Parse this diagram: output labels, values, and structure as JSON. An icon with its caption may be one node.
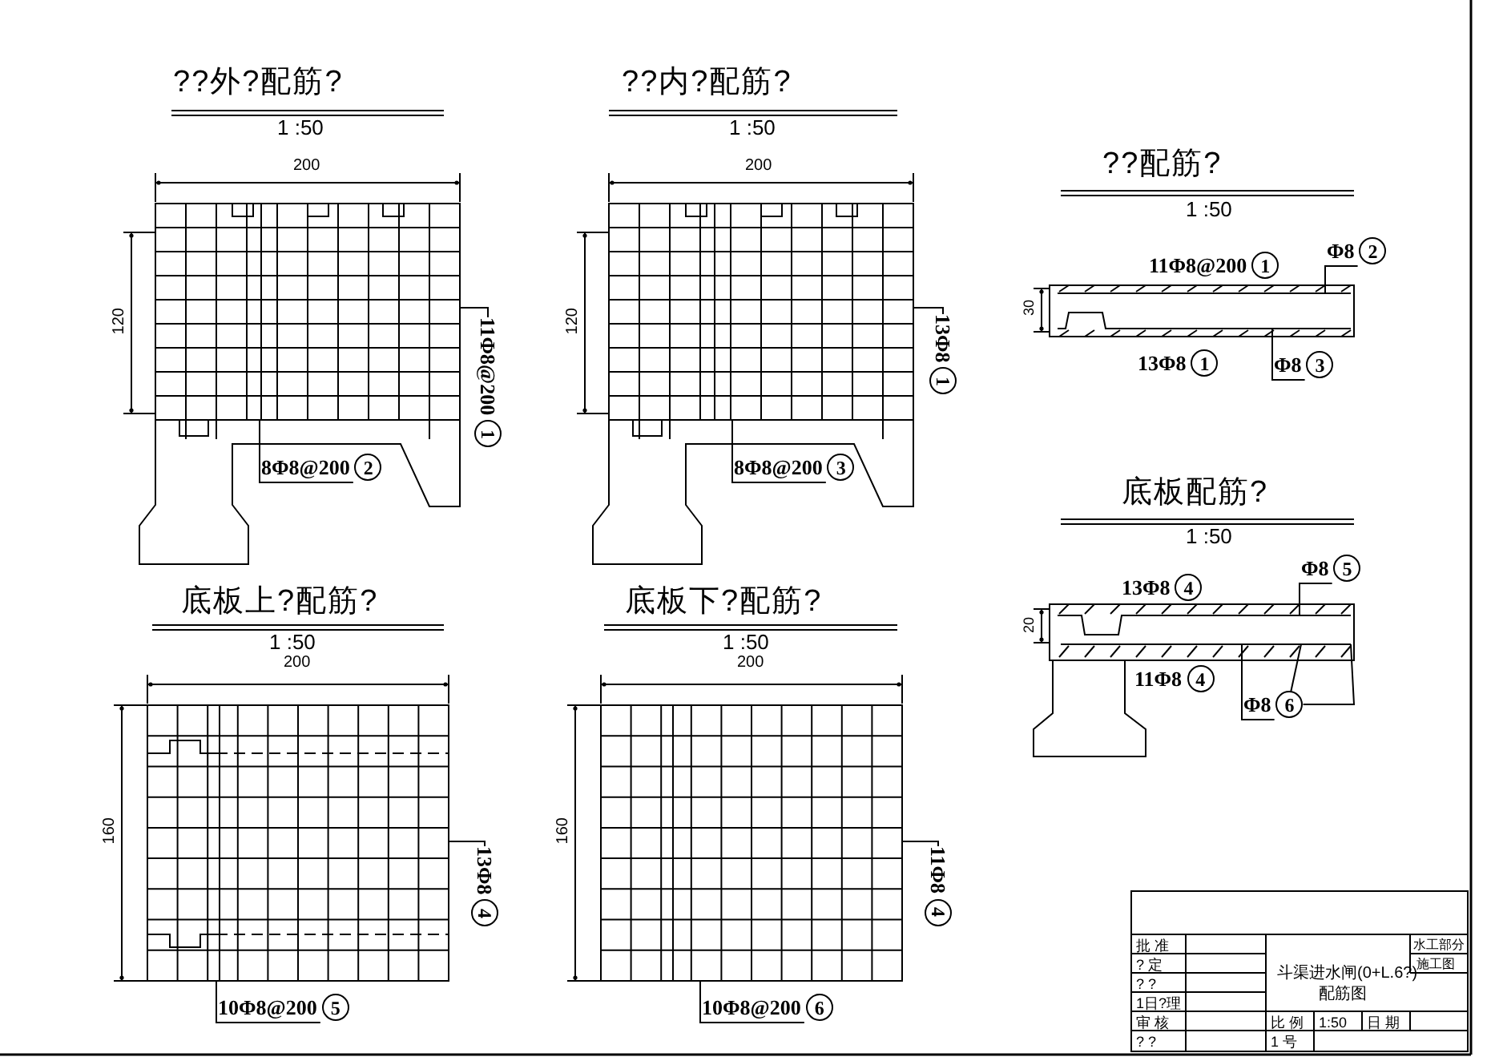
{
  "diagram": {
    "nodes": [
      {
        "text": [
          "11Φ8@200",
          "1"
        ]
      },
      {
        "text": [
          "8Φ8@200",
          "2"
        ]
      },
      {
        "text": [
          "13Φ8",
          "1"
        ]
      },
      {
        "text": [
          "8Φ8@200",
          "3"
        ]
      },
      {
        "text": [
          "11Φ8@200",
          "1"
        ]
      },
      {
        "text": [
          "Φ8",
          "2"
        ]
      },
      {
        "text": [
          "13Φ8",
          "1"
        ]
      },
      {
        "text": [
          "Φ8",
          "3"
        ]
      },
      {
        "text": [
          "13Φ8",
          "4"
        ]
      },
      {
        "text": [
          "Φ8",
          "5"
        ]
      },
      {
        "text": [
          "11Φ8",
          "4"
        ]
      },
      {
        "text": [
          "Φ8",
          "6"
        ]
      },
      {
        "text": [
          "13Φ8",
          "4"
        ]
      },
      {
        "text": [
          "10Φ8@200",
          "5"
        ]
      },
      {
        "text": [
          "11Φ8",
          "4"
        ]
      },
      {
        "text": [
          "10Φ8@200",
          "6"
        ]
      },
      {
        "text": [],
        "shape": "picture"
      },
      {
        "text": [],
        "shape": "picture"
      },
      {
        "text": [],
        "shape": "picture"
      },
      {
        "text": [],
        "shape": "picture"
      },
      {
        "text": [],
        "shape": "bar"
      },
      {
        "text": [],
        "shape": "bar"
      },
      {
        "text": [],
        "shape": "bar"
      },
      {
        "text": [],
        "shape": "bar"
      }
    ],
    "edges": [
      {
        "from": 0,
        "to": 16,
        "arrow": "none"
      },
      {
        "from": 1,
        "to": 16,
        "arrow": "none"
      },
      {
        "from": 2,
        "to": 17,
        "arrow": "none"
      },
      {
        "from": 3,
        "to": 17,
        "arrow": "none"
      },
      {
        "from": 5,
        "to": 20,
        "arrow": "none"
      },
      {
        "from": 7,
        "to": 21,
        "arrow": "none"
      },
      {
        "from": 9,
        "to": 22,
        "arrow": "none"
      },
      {
        "from": 11,
        "to": 23,
        "arrow": "none"
      },
      {
        "from": 11,
        "to": 23,
        "arrow": "none"
      },
      {
        "from": 11,
        "to": 23,
        "arrow": "none"
      },
      {
        "from": 12,
        "to": 18,
        "arrow": "none"
      },
      {
        "from": 13,
        "to": 18,
        "arrow": "none"
      },
      {
        "from": 14,
        "to": 19,
        "arrow": "none"
      },
      {
        "from": 15,
        "to": 19,
        "arrow": "none"
      }
    ],
    "labels": [
      "??外?配筋?",
      "1 :50",
      "200",
      "120",
      "??内?配筋?",
      "1 :50",
      "200",
      "120",
      "??配筋?",
      "1 :50",
      "30",
      "底板上?配筋?",
      "1 :50",
      "200",
      "160",
      "底板下?配筋?",
      "1 :50",
      "200",
      "160",
      "底板配筋?",
      "1 :50",
      "20",
      "批 准",
      "? 定",
      "? ?",
      "1日?理",
      "审 核",
      "? ?",
      "比 例",
      "1:50",
      "日 期",
      "1 号",
      "水工部分",
      "施工图",
      "斗渠进水闸(0+L.6?)",
      "配筋图"
    ]
  }
}
